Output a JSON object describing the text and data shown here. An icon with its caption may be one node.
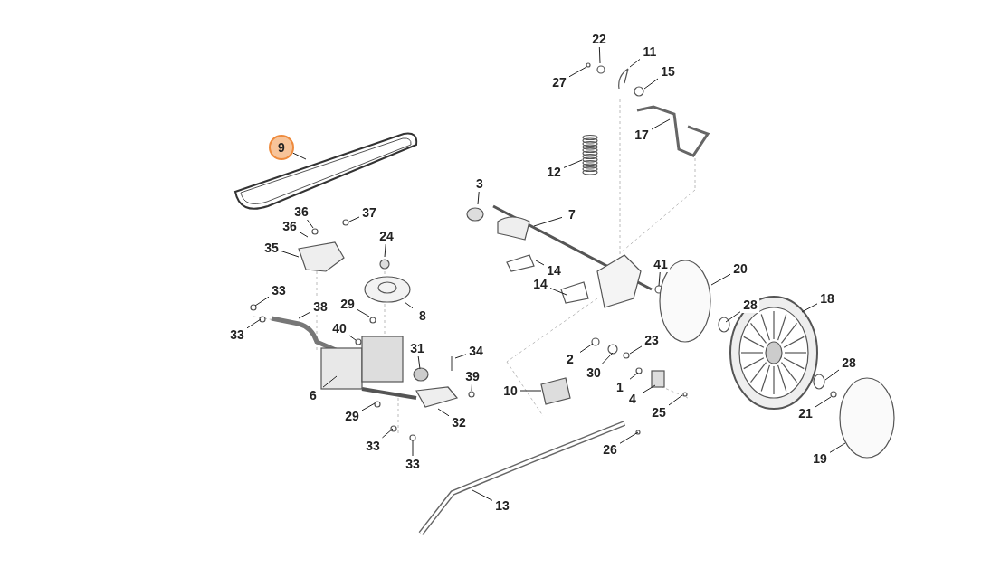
{
  "diagram": {
    "nodes": [
      {
        "text": [
          "22"
        ]
      },
      {
        "text": [
          "11"
        ]
      },
      {
        "text": [
          "15"
        ]
      },
      {
        "text": [
          "27"
        ]
      },
      {
        "text": [
          "17"
        ]
      },
      {
        "text": [
          "9"
        ]
      },
      {
        "text": [
          "12"
        ]
      },
      {
        "text": [
          "3"
        ]
      },
      {
        "text": [
          "36"
        ]
      },
      {
        "text": [
          "37"
        ]
      },
      {
        "text": [
          "7"
        ]
      },
      {
        "text": [
          "36"
        ]
      },
      {
        "text": [
          "24"
        ]
      },
      {
        "text": [
          "35"
        ]
      },
      {
        "text": [
          "41"
        ]
      },
      {
        "text": [
          "20"
        ]
      },
      {
        "text": [
          "14"
        ]
      },
      {
        "text": [
          "14"
        ]
      },
      {
        "text": [
          "33"
        ]
      },
      {
        "text": [
          "18"
        ]
      },
      {
        "text": [
          "29"
        ]
      },
      {
        "text": [
          "38"
        ]
      },
      {
        "text": [
          "28"
        ]
      },
      {
        "text": [
          "8"
        ]
      },
      {
        "text": [
          "40"
        ]
      },
      {
        "text": [
          "33"
        ]
      },
      {
        "text": [
          "23"
        ]
      },
      {
        "text": [
          "31"
        ]
      },
      {
        "text": [
          "34"
        ]
      },
      {
        "text": [
          "2"
        ]
      },
      {
        "text": [
          "28"
        ]
      },
      {
        "text": [
          "30"
        ]
      },
      {
        "text": [
          "39"
        ]
      },
      {
        "text": [
          "1"
        ]
      },
      {
        "text": [
          "10"
        ]
      },
      {
        "text": [
          "6"
        ]
      },
      {
        "text": [
          "4"
        ]
      },
      {
        "text": [
          "25"
        ]
      },
      {
        "text": [
          "21"
        ]
      },
      {
        "text": [
          "29"
        ]
      },
      {
        "text": [
          "32"
        ]
      },
      {
        "text": [
          "33"
        ]
      },
      {
        "text": [
          "26"
        ]
      },
      {
        "text": [
          "19"
        ]
      },
      {
        "text": [
          "33"
        ]
      },
      {
        "text": [
          "13"
        ]
      }
    ],
    "edges": [
      {
        "from": 0,
        "to": null,
        "arrow": "none"
      },
      {
        "from": 1,
        "to": null,
        "arrow": "none"
      },
      {
        "from": 2,
        "to": null,
        "arrow": "none"
      },
      {
        "from": 3,
        "to": null,
        "arrow": "none"
      },
      {
        "from": 4,
        "to": null,
        "arrow": "none"
      },
      {
        "from": 5,
        "to": null,
        "arrow": "none"
      },
      {
        "from": 6,
        "to": null,
        "arrow": "none"
      },
      {
        "from": 7,
        "to": null,
        "arrow": "none"
      },
      {
        "from": 8,
        "to": null,
        "arrow": "none"
      },
      {
        "from": 9,
        "to": null,
        "arrow": "none"
      },
      {
        "from": 10,
        "to": null,
        "arrow": "none"
      },
      {
        "from": 11,
        "to": null,
        "arrow": "none"
      },
      {
        "from": 12,
        "to": null,
        "arrow": "none"
      },
      {
        "from": 13,
        "to": null,
        "arrow": "none"
      },
      {
        "from": 14,
        "to": null,
        "arrow": "none"
      },
      {
        "from": 15,
        "to": null,
        "arrow": "none"
      },
      {
        "from": 16,
        "to": null,
        "arrow": "none"
      },
      {
        "from": 17,
        "to": null,
        "arrow": "none"
      },
      {
        "from": 18,
        "to": null,
        "arrow": "none"
      },
      {
        "from": 19,
        "to": null,
        "arrow": "none"
      },
      {
        "from": 20,
        "to": null,
        "arrow": "none"
      },
      {
        "from": 21,
        "to": null,
        "arrow": "none"
      },
      {
        "from": 22,
        "to": null,
        "arrow": "none"
      },
      {
        "from": 23,
        "to": null,
        "arrow": "none"
      },
      {
        "from": 24,
        "to": null,
        "arrow": "none"
      },
      {
        "from": 25,
        "to": null,
        "arrow": "none"
      },
      {
        "from": 26,
        "to": null,
        "arrow": "none"
      },
      {
        "from": 27,
        "to": null,
        "arrow": "none"
      },
      {
        "from": 28,
        "to": null,
        "arrow": "none"
      },
      {
        "from": 29,
        "to": null,
        "arrow": "none"
      },
      {
        "from": 30,
        "to": null,
        "arrow": "none"
      },
      {
        "from": 31,
        "to": null,
        "arrow": "none"
      },
      {
        "from": 32,
        "to": null,
        "arrow": "none"
      },
      {
        "from": 33,
        "to": null,
        "arrow": "none"
      },
      {
        "from": 34,
        "to": null,
        "arrow": "none"
      },
      {
        "from": 35,
        "to": null,
        "arrow": "none"
      },
      {
        "from": 36,
        "to": null,
        "arrow": "none"
      },
      {
        "from": 37,
        "to": null,
        "arrow": "none"
      },
      {
        "from": 38,
        "to": null,
        "arrow": "none"
      },
      {
        "from": 39,
        "to": null,
        "arrow": "none"
      },
      {
        "from": 40,
        "to": null,
        "arrow": "none"
      },
      {
        "from": 41,
        "to": null,
        "arrow": "none"
      },
      {
        "from": 42,
        "to": null,
        "arrow": "none"
      },
      {
        "from": 43,
        "to": null,
        "arrow": "none"
      },
      {
        "from": 44,
        "to": null,
        "arrow": "none"
      },
      {
        "from": 45,
        "to": null,
        "arrow": "none"
      }
    ]
  }
}
